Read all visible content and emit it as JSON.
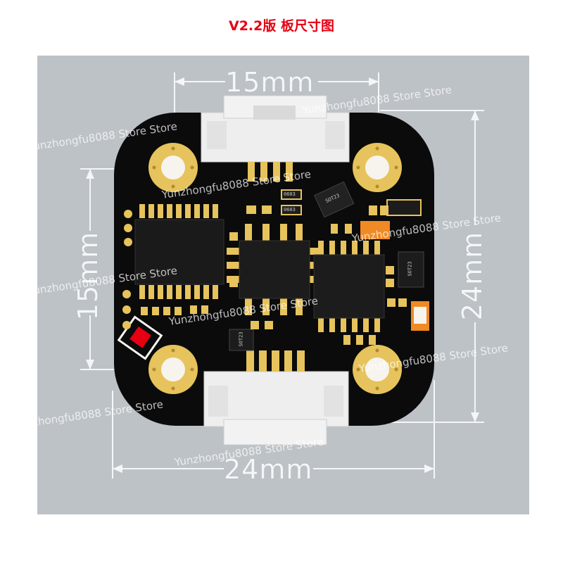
{
  "title": "V2.2版 板尺寸图",
  "dimensions": {
    "top": "15mm",
    "bottom": "24mm",
    "left": "15mm",
    "right": "24mm"
  },
  "watermark": "Yunzhongfu8088 Store Store",
  "chip_labels": {
    "c1": "0603",
    "c2": "0603",
    "c3": "SOT23",
    "c4": "SOT23",
    "c5": "SOT23"
  },
  "colors": {
    "title": "#e60012",
    "background": "#bdc2c7",
    "pcb": "#0b0b0b",
    "pad_gold": "#e6c35c",
    "dimension_lines": "#f4f6f8"
  }
}
